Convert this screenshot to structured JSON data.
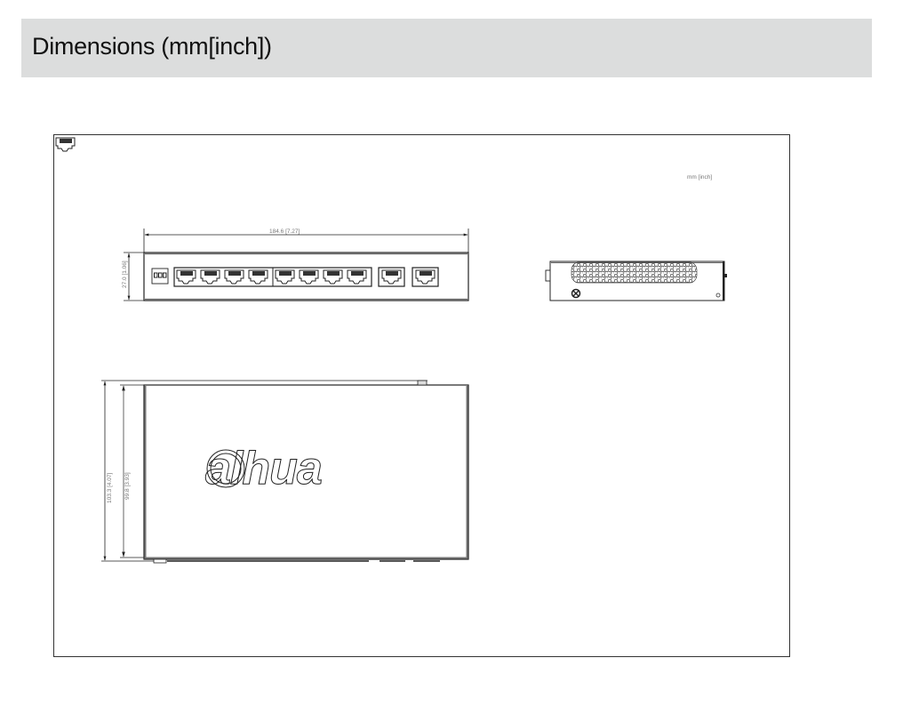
{
  "header": {
    "title": "Dimensions (mm[inch])",
    "background": "#dcdddd"
  },
  "drawing": {
    "unit_label": "mm [inch]",
    "front_view": {
      "width_dimension": "184.6  [7.27]",
      "height_dimension": "27.0  [1.06]",
      "dip_switch_count": 3,
      "rj45_ports_group": 8,
      "rj45_ports_uplink": 2
    },
    "side_view": {
      "vent_pattern": "hexagonal-grid",
      "ground_screw": true,
      "indicator_hole": true
    },
    "top_view": {
      "outer_depth_dimension": "103.3  [4.07]",
      "body_depth_dimension": "99.8  [3.93]",
      "logo_text": "alhua",
      "brand": "dahua"
    }
  }
}
